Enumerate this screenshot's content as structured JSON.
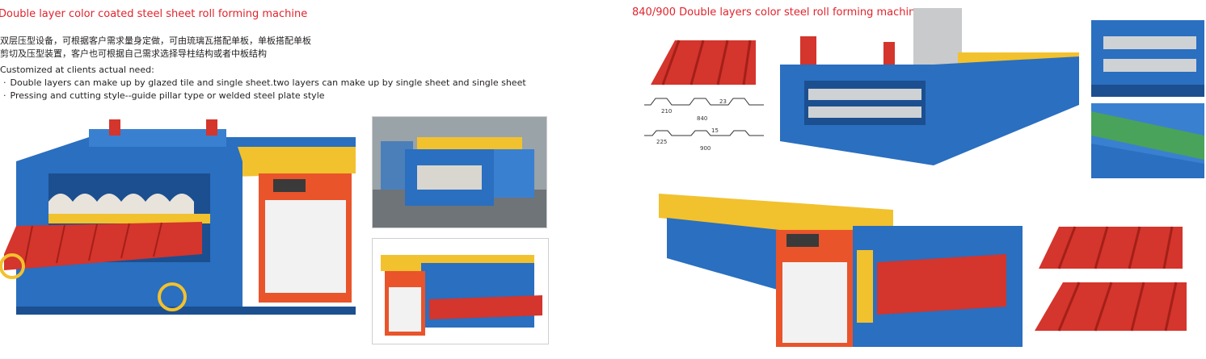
{
  "left_page": {
    "title": "Double layer color coated steel sheet roll forming machine",
    "cn_line1": "双层压型设备，可根据客户需求量身定做，可由琉璃瓦搭配单板，单板搭配单板",
    "cn_line2": "剪切及压型装置，客户也可根据自己需求选择导柱结构或者中板结构",
    "en_heading": "Customized at clients actual need:",
    "bullets": [
      "Double layers can make up by glazed tile and single sheet.two layers can make up by single sheet and single sheet",
      "Pressing and cutting style--guide pillar type or welded steel plate style"
    ]
  },
  "right_page": {
    "title": "840/900 Double layers color steel roll forming machine",
    "profile_840": {
      "pitch": "210",
      "height": "23",
      "width": "840"
    },
    "profile_900": {
      "pitch": "225",
      "height": "15",
      "width": "900"
    }
  },
  "colors": {
    "title_red": "#e0242d",
    "machine_blue": "#2a6fc0",
    "roller_yellow": "#f2c12e",
    "sheet_red": "#d4352c",
    "panel_orange": "#e9542b"
  }
}
